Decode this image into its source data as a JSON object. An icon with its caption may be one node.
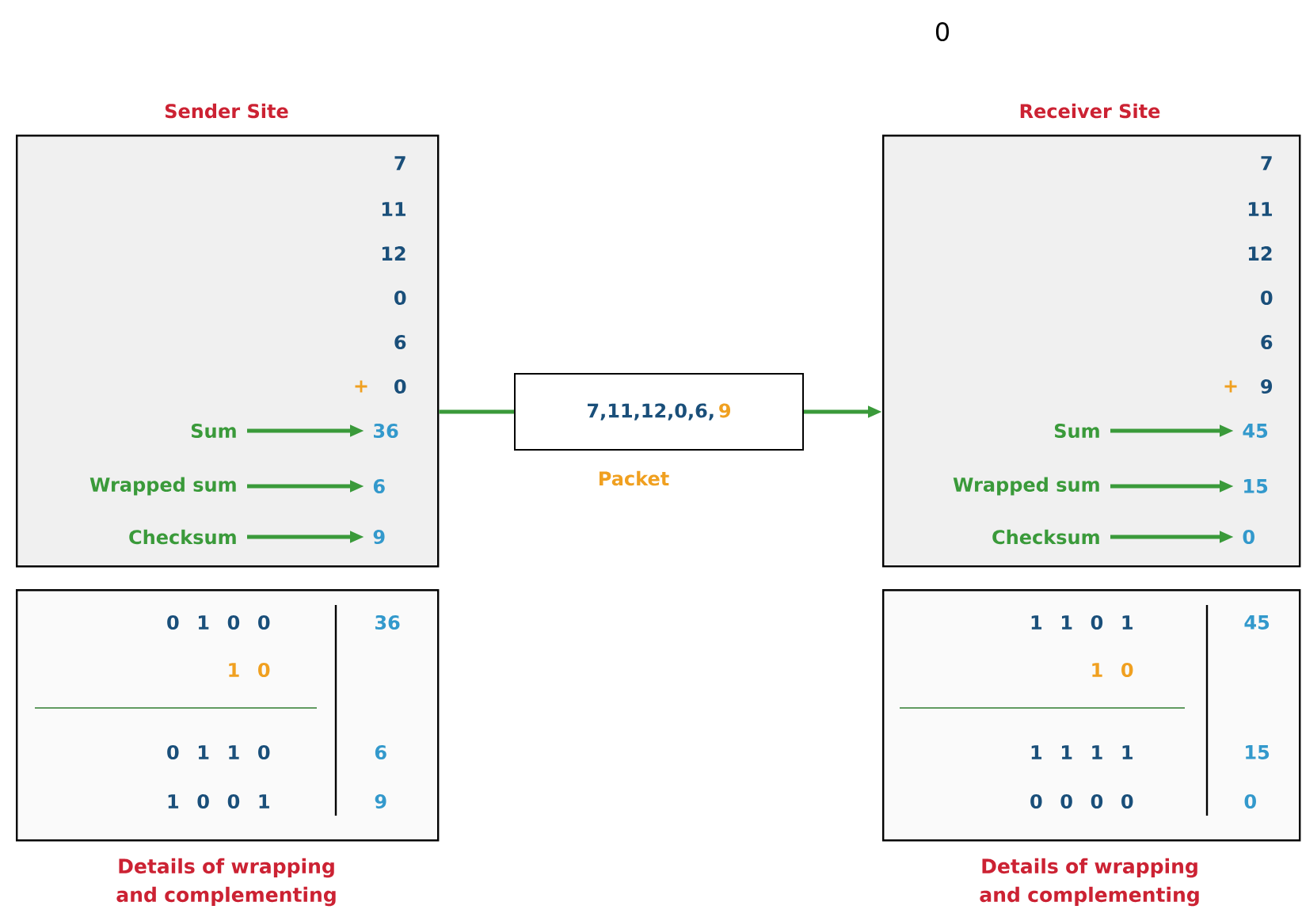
{
  "diagram": {
    "nodes": [
      {
        "text": [
          "Sender Site"
        ]
      },
      {
        "text": [
          "Sum"
        ],
        "in": 0
      },
      {
        "text": [
          "36"
        ],
        "in": 0
      },
      {
        "text": [
          "Wrapped sum"
        ],
        "in": 0
      },
      {
        "text": [
          "6"
        ],
        "in": 0
      },
      {
        "text": [
          "Checksum"
        ],
        "in": 0
      },
      {
        "text": [
          "9"
        ],
        "in": 0
      },
      {
        "text": [
          "7,11,12,0,6,",
          "9"
        ],
        "beside": [
          "Packet"
        ]
      },
      {
        "text": [
          "Receiver Site"
        ]
      },
      {
        "text": [
          "Sum"
        ],
        "in": 8
      },
      {
        "text": [
          "45"
        ],
        "in": 8
      },
      {
        "text": [
          "Wrapped sum"
        ],
        "in": 8
      },
      {
        "text": [
          "15"
        ],
        "in": 8
      },
      {
        "text": [
          "Checksum"
        ],
        "in": 8
      },
      {
        "text": [
          "0"
        ],
        "in": 8
      },
      {
        "text": [
          "Details of wrapping and complementing"
        ]
      },
      {
        "text": [
          "Details of wrapping and complementing"
        ]
      }
    ],
    "edges": [
      {
        "from": 1,
        "to": 2,
        "arrow": "to"
      },
      {
        "from": 3,
        "to": 4,
        "arrow": "to"
      },
      {
        "from": 5,
        "to": 6,
        "arrow": "to"
      },
      {
        "from": 0,
        "to": 7,
        "arrow": "none"
      },
      {
        "from": 7,
        "to": 8,
        "arrow": "to"
      },
      {
        "from": 9,
        "to": 10,
        "arrow": "to"
      },
      {
        "from": 11,
        "to": 12,
        "arrow": "to"
      },
      {
        "from": 13,
        "to": 14,
        "arrow": "to"
      }
    ],
    "labels": [
      "0",
      "7",
      "11",
      "12",
      "0",
      "6",
      "+",
      "0",
      "7",
      "11",
      "12",
      "0",
      "6",
      "+",
      "9",
      "0 1 0 0",
      "36",
      "1 0",
      "0 1 1 0",
      "6",
      "1 0 0 1",
      "9",
      "1 1 0 1",
      "45",
      "1 0",
      "1 1 1 1",
      "15",
      "0 0 0 0",
      "0"
    ]
  }
}
